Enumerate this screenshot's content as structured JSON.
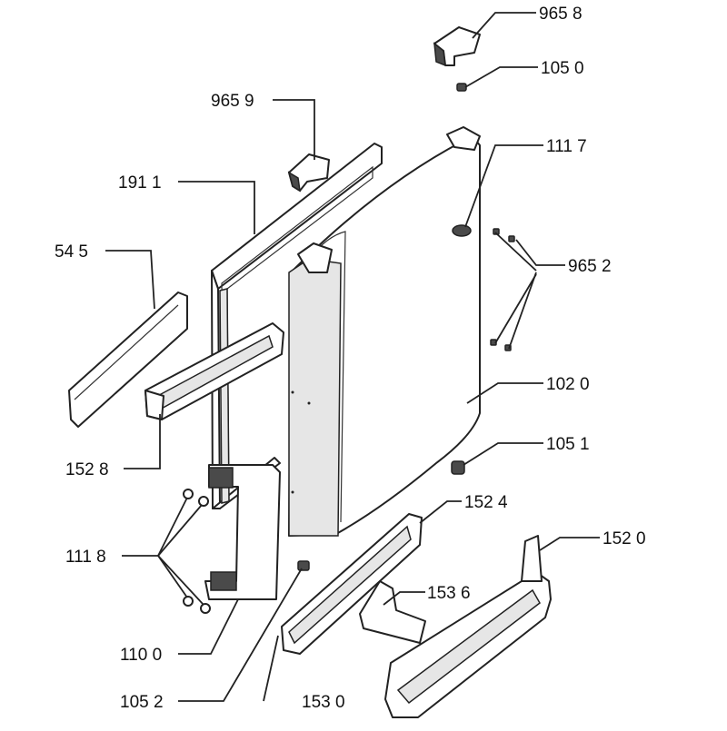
{
  "callouts": [
    {
      "id": "9658",
      "label": "965 8"
    },
    {
      "id": "1050",
      "label": "105 0"
    },
    {
      "id": "9659",
      "label": "965 9"
    },
    {
      "id": "1117",
      "label": "111 7"
    },
    {
      "id": "1911",
      "label": "191 1"
    },
    {
      "id": "545",
      "label": "54 5"
    },
    {
      "id": "9652",
      "label": "965 2"
    },
    {
      "id": "1020",
      "label": "102 0"
    },
    {
      "id": "1051",
      "label": "105 1"
    },
    {
      "id": "1528",
      "label": "152 8"
    },
    {
      "id": "1524",
      "label": "152 4"
    },
    {
      "id": "1520",
      "label": "152 0"
    },
    {
      "id": "1118",
      "label": "111 8"
    },
    {
      "id": "1536",
      "label": "153 6"
    },
    {
      "id": "1100",
      "label": "110 0"
    },
    {
      "id": "1052",
      "label": "105 2"
    },
    {
      "id": "1530",
      "label": "153 0"
    }
  ]
}
